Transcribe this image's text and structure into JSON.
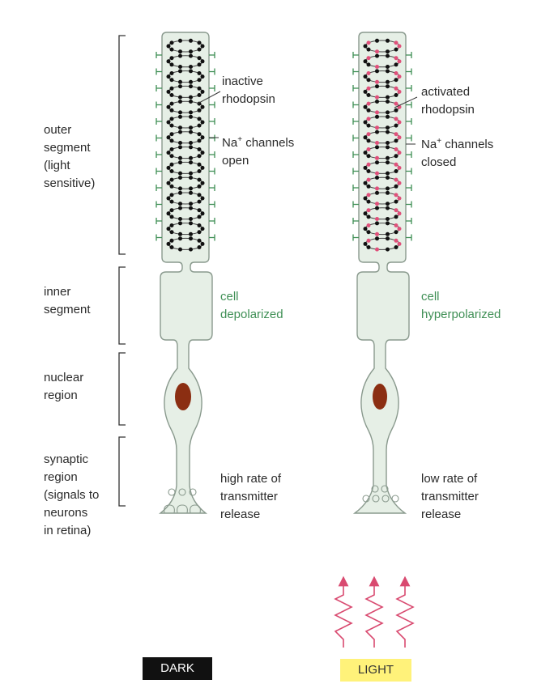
{
  "region_labels": {
    "outer": "outer\nsegment\n(light\nsensitive)",
    "inner": "inner\nsegment",
    "nuclear": "nuclear\nregion",
    "synaptic": "synaptic\nregion\n(signals to\nneurons\nin retina)"
  },
  "dark_cell": {
    "rhodopsin": "inactive\nrhodopsin",
    "channels_pre": "Na",
    "channels_sup": "+",
    "channels_post": " channels\nopen",
    "state": "cell\ndepolarized",
    "release": "high rate of\ntransmitter\nrelease",
    "badge": "DARK"
  },
  "light_cell": {
    "rhodopsin": "activated\nrhodopsin",
    "channels_pre": "Na",
    "channels_sup": "+",
    "channels_post": " channels\nclosed",
    "state": "cell\nhyperpolarized",
    "release": "low rate of\ntransmitter\nrelease",
    "badge": "LIGHT"
  },
  "colors": {
    "cell_fill": "#e6efe6",
    "cell_outline": "#8a9a8e",
    "channel": "#3f8f55",
    "nucleus": "#8b2e12",
    "active_rhodopsin": "#e0507a",
    "light_arrow": "#d94a70",
    "label_green": "#3f8f55"
  }
}
